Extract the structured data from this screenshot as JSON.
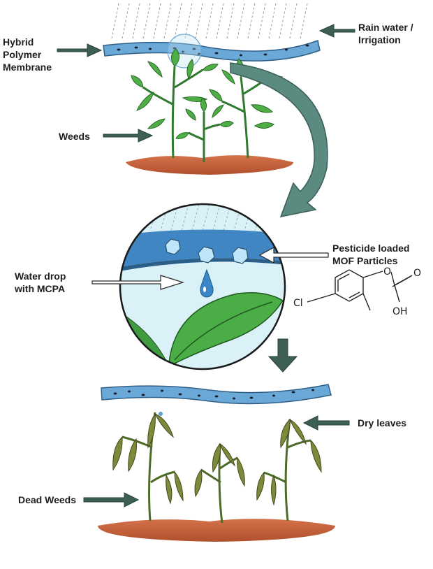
{
  "labels": {
    "membrane": [
      "Hybrid",
      "Polymer",
      "Membrane"
    ],
    "rain": [
      "Rain water /",
      "Irrigation"
    ],
    "weeds": "Weeds",
    "mof": [
      "Pesticide loaded",
      "MOF Particles"
    ],
    "water_drop": [
      "Water drop",
      "with MCPA"
    ],
    "dry_leaves": "Dry leaves",
    "dead_weeds": "Dead Weeds"
  },
  "molecule": {
    "substituent_cl": "Cl",
    "substituent_o_ring": "O",
    "substituent_o_carbonyl": "O",
    "substituent_oh": "OH"
  },
  "colors": {
    "membrane_blue": "#6aa8d8",
    "membrane_outline": "#2f5f86",
    "plant_green": "#3f9b3f",
    "leaf_light": "#7fcf6a",
    "soil": "#c8663c",
    "arrow_dark": "#3e5f55",
    "arrow_teal": "#5a8a80",
    "dry_leaf": "#7d8a3a",
    "circle_bg": "#d9f1f7"
  }
}
